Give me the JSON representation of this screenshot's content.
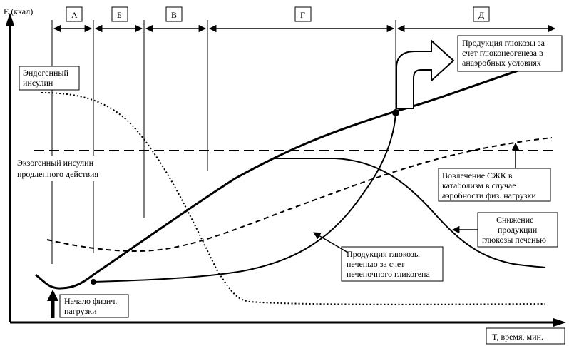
{
  "axes": {
    "y_label": "E (ккал)",
    "x_label": "T, время, мин."
  },
  "phases": [
    "А",
    "Б",
    "В",
    "Г",
    "Д"
  ],
  "annotations": {
    "endogenous_insulin": [
      "Эндогенный",
      "инсулин"
    ],
    "exogenous_insulin": [
      "Экзогенный инсулин",
      "продленного действия"
    ],
    "gluconeogenesis": [
      "Продукция глюкозы за",
      "счет глюконеогенеза в",
      "анаэробных условиях"
    ],
    "ffa": [
      "Вовлечение СЖК в",
      "катаболизм в случае",
      "аэробности физ. нагрузки"
    ],
    "liver_decrease": [
      "Снижение",
      "продукции",
      "глюкозы печенью"
    ],
    "glycogen": [
      "Продукция глюкозы",
      "печенью за счет",
      "печеночного гликогена"
    ],
    "start": [
      "Начало физич.",
      "нагрузки"
    ]
  }
}
